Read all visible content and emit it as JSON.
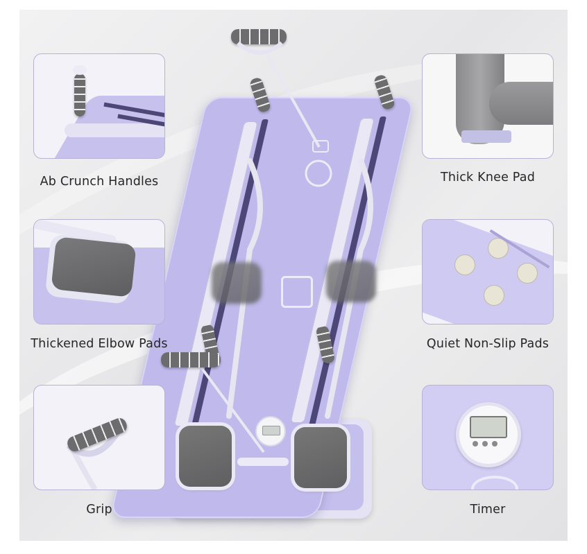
{
  "features": [
    {
      "id": "ab-crunch-handles",
      "label": "Ab Crunch Handles"
    },
    {
      "id": "thick-knee-pad",
      "label": "Thick Knee Pad"
    },
    {
      "id": "thickened-elbow-pads",
      "label": "Thickened Elbow Pads"
    },
    {
      "id": "quiet-non-slip-pads",
      "label": "Quiet Non-Slip Pads"
    },
    {
      "id": "grip",
      "label": "Grip"
    },
    {
      "id": "timer",
      "label": "Timer"
    }
  ],
  "colors": {
    "accent": "#c9c3ef",
    "frame": "#b7b1d4",
    "pad_gray": "#6c6c6f"
  }
}
